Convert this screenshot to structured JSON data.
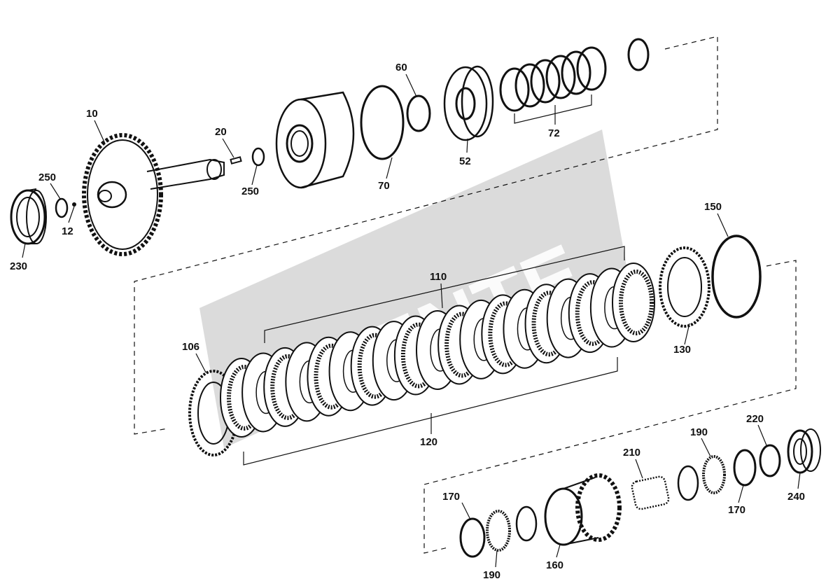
{
  "watermark": {
    "text": "VENTE",
    "color": "#c8c8c8"
  },
  "labels": {
    "p10": "10",
    "p12": "12",
    "p20": "20",
    "p250a": "250",
    "p250b": "250",
    "p230": "230",
    "p60": "60",
    "p70": "70",
    "p52": "52",
    "p72": "72",
    "p150": "150",
    "p110": "110",
    "p106": "106",
    "p120": "120",
    "p130": "130",
    "p170a": "170",
    "p170b": "170",
    "p190a": "190",
    "p190b": "190",
    "p160": "160",
    "p210": "210",
    "p220": "220",
    "p240": "240"
  },
  "colors": {
    "ink": "#111111",
    "paper": "#ffffff"
  }
}
